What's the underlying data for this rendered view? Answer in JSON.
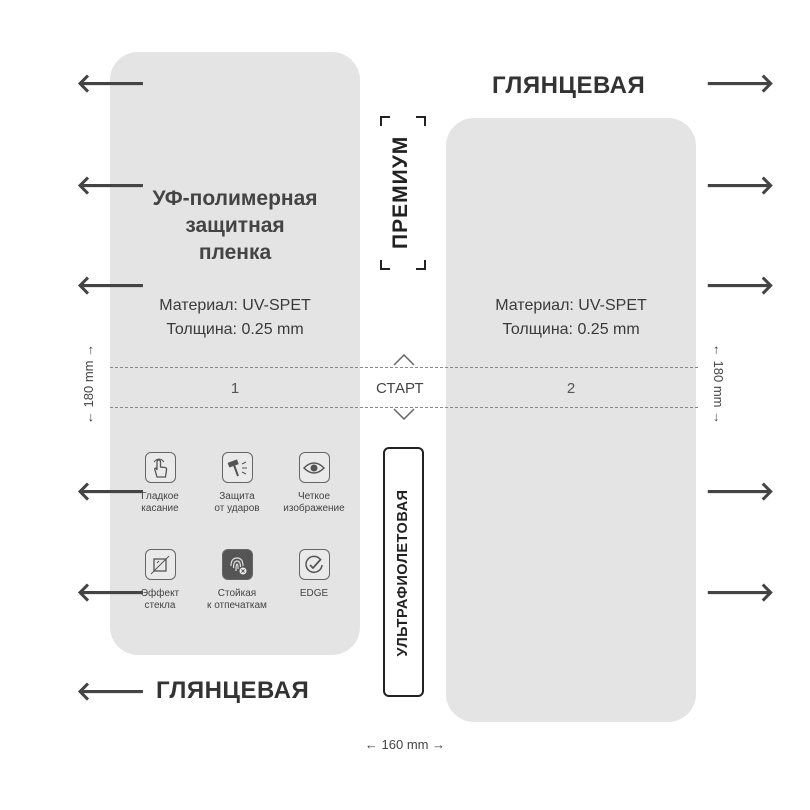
{
  "sheet1": {
    "title_lines": [
      "УФ-полимерная",
      "защитная",
      "пленка"
    ],
    "material": "Материал: UV-SPET",
    "thickness": "Толщина: 0.25 mm",
    "number": "1",
    "bottom_label": "ГЛЯНЦЕВАЯ"
  },
  "sheet2": {
    "top_label": "ГЛЯНЦЕВАЯ",
    "material": "Материал: UV-SPET",
    "thickness": "Толщина: 0.25 mm",
    "number": "2"
  },
  "start_label": "СТАРТ",
  "premium_label": "ПРЕМИУМ",
  "uv_label": "УЛЬТРАФИОЛЕТОВАЯ",
  "dimensions": {
    "height_left": "← 180 mm →",
    "height_right": "← 180 mm →",
    "width": "← 160 mm →"
  },
  "features": [
    {
      "icon": "touch-hand-icon",
      "lines": [
        "Гладкое",
        "касание"
      ]
    },
    {
      "icon": "hammer-impact-icon",
      "lines": [
        "Защита",
        "от ударов"
      ]
    },
    {
      "icon": "eye-icon",
      "lines": [
        "Четкое",
        "изображение"
      ]
    },
    {
      "icon": "glass-effect-icon",
      "lines": [
        "Эффект",
        "стекла"
      ]
    },
    {
      "icon": "fingerprint-icon",
      "lines": [
        "Стойкая",
        "к отпечаткам"
      ]
    },
    {
      "icon": "check-badge-icon",
      "lines": [
        "EDGE"
      ]
    }
  ],
  "arrow_glyphs": {
    "left": "🡐",
    "right": "🡒"
  },
  "colors": {
    "sheet": "#e4e4e4",
    "text": "#333333"
  }
}
